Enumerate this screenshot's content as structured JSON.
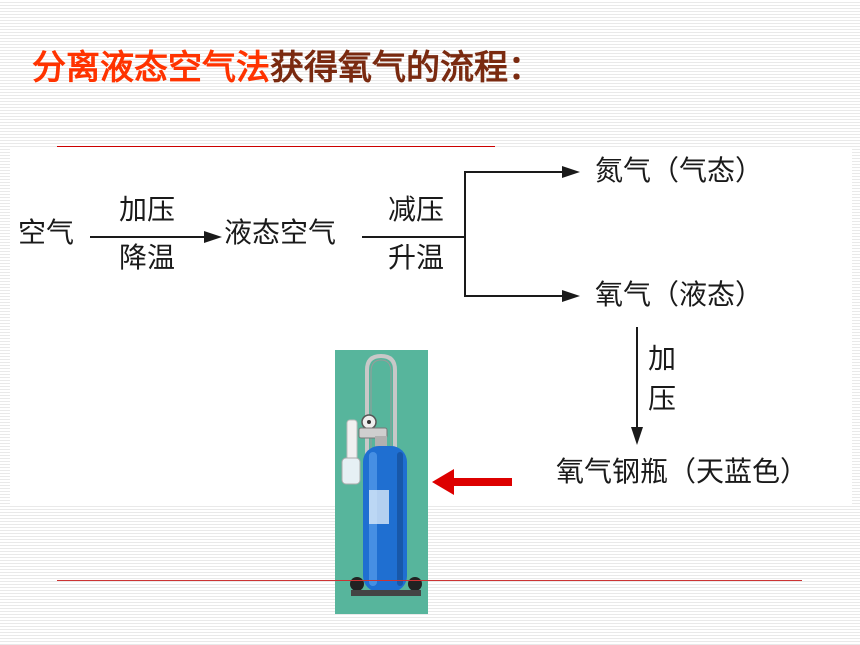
{
  "title": {
    "part1": "分离液态空气法",
    "part2": "获得氧气的流程："
  },
  "diagram": {
    "air": "空气",
    "step1_top": "加压",
    "step1_bottom": "降温",
    "liquid_air": "液态空气",
    "step2_top": "减压",
    "step2_bottom": "升温",
    "nitrogen": "氮气（气态）",
    "oxygen_liquid": "氧气（液态）",
    "pressurize_char1": "加",
    "pressurize_char2": "压",
    "cylinder": "氧气钢瓶（天蓝色）"
  },
  "colors": {
    "title_red": "#ff3300",
    "title_brown": "#7a2a10",
    "cylinder_blue": "#1f6fd1",
    "arrow_red": "#dd0000",
    "photo_bg": "#57b59c"
  },
  "image": {
    "subject": "oxygen-cylinder-photo"
  }
}
